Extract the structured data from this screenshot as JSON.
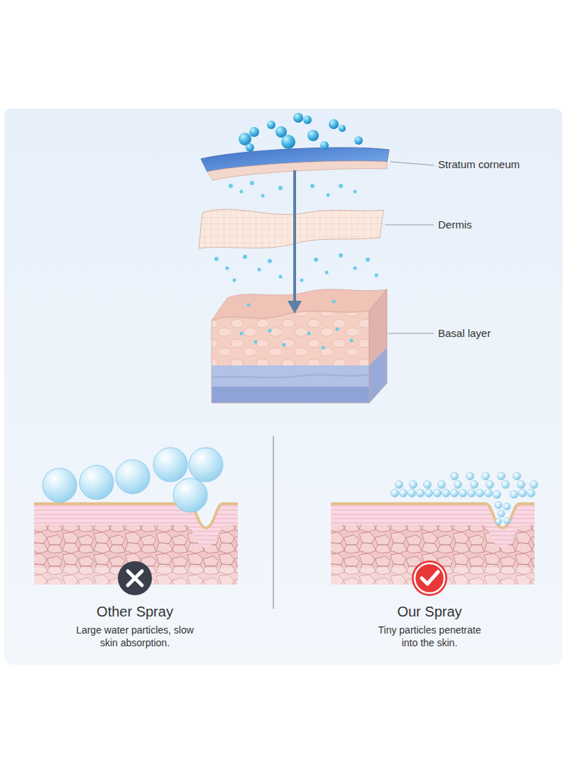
{
  "diagram": {
    "labels": [
      "Stratum corneum",
      "Dermis",
      "Basal layer",
      "Other Spray",
      "Large water particles, slow skin absorption.",
      "Our Spray",
      "Tiny particles penetrate into the skin."
    ]
  }
}
